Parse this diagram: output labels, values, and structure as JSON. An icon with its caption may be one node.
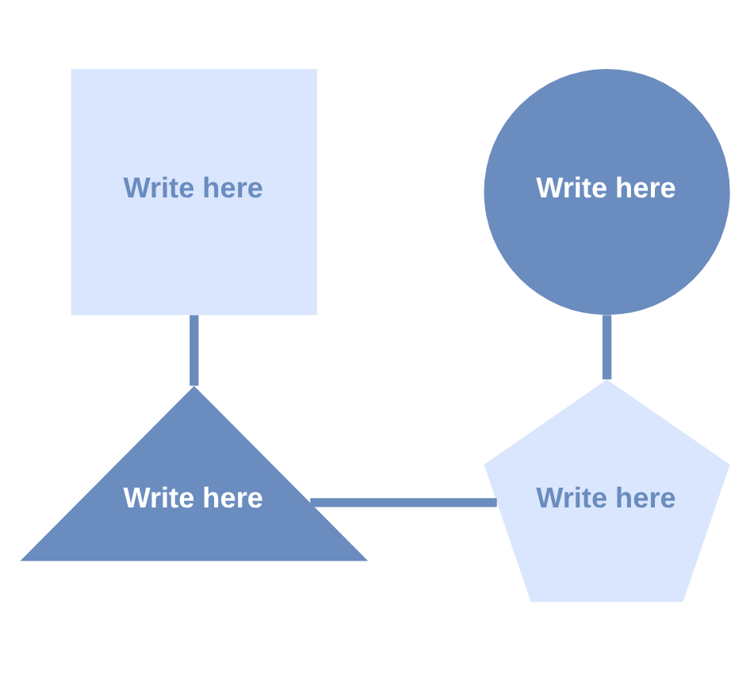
{
  "diagram": {
    "nodes": [
      {
        "text": [
          "Write here"
        ]
      },
      {
        "text": [
          "Write here"
        ]
      },
      {
        "text": [
          "Write here"
        ]
      },
      {
        "text": [
          "Write here"
        ]
      }
    ],
    "edges": [
      {
        "from": 0,
        "to": 2,
        "arrow": "none"
      },
      {
        "from": 1,
        "to": 3,
        "arrow": "none"
      },
      {
        "from": 2,
        "to": 3,
        "arrow": "none"
      }
    ]
  }
}
